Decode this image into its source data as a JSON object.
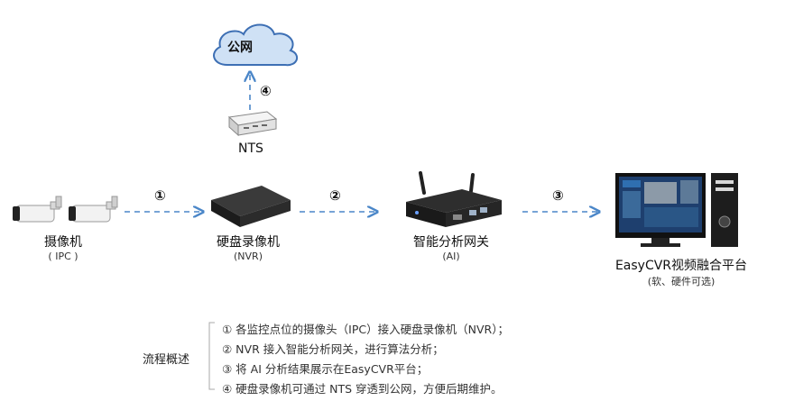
{
  "cloud": {
    "label": "公网"
  },
  "steps": [
    "①",
    "②",
    "③",
    "④"
  ],
  "devices": {
    "ipc": {
      "name": "摄像机",
      "sub": "( IPC )"
    },
    "nvr": {
      "name": "硬盘录像机",
      "sub": "(NVR)"
    },
    "ai": {
      "name": "智能分析网关",
      "sub": "(AI)"
    },
    "nts": {
      "name": "NTS"
    },
    "platform": {
      "name": "EasyCVR视频融合平台",
      "sub": "(软、硬件可选)"
    }
  },
  "flow": {
    "title": "流程概述",
    "items": [
      "① 各监控点位的摄像头（IPC）接入硬盘录像机（NVR）；",
      "② NVR 接入智能分析网关，进行算法分析；",
      "③ 将 AI 分析结果展示在EasyCVR平台；",
      "④ 硬盘录像机可通过 NTS 穿透到公网，方便后期维护。"
    ]
  },
  "colors": {
    "arrow": "#4a86c8",
    "cloud": "#cfe1f5",
    "cloudStroke": "#3d6fb4",
    "screen": "#1e3f6e"
  }
}
